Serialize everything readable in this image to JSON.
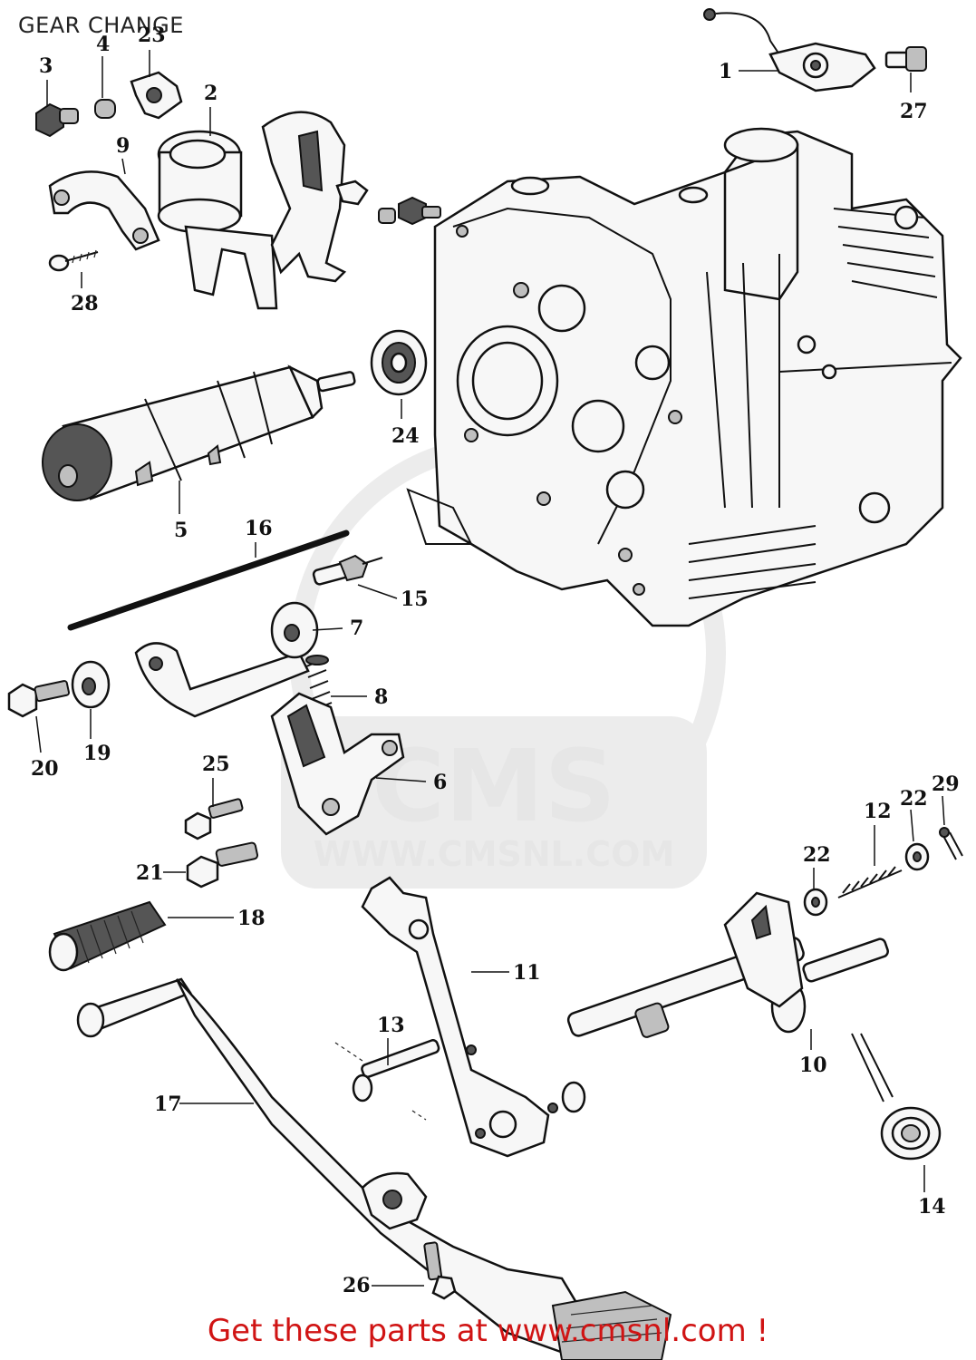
{
  "title": "GEAR CHANGE",
  "footer": "Get these parts at www.cmsnl.com !",
  "watermark": {
    "brand": "CMS",
    "url": "WWW.CMSNL.COM"
  },
  "labels": {
    "p1": "1",
    "p2": "2",
    "p3": "3",
    "p4": "4",
    "p5": "5",
    "p6": "6",
    "p7": "7",
    "p8": "8",
    "p9": "9",
    "p10": "10",
    "p11": "11",
    "p12": "12",
    "p13": "13",
    "p14": "14",
    "p15": "15",
    "p16": "16",
    "p17": "17",
    "p18": "18",
    "p19": "19",
    "p20": "20",
    "p21": "21",
    "p22a": "22",
    "p22b": "22",
    "p23": "23",
    "p24": "24",
    "p25": "25",
    "p26": "26",
    "p27": "27",
    "p28": "28",
    "p29": "29"
  },
  "colors": {
    "footer": "#d01414",
    "linework": "#111111",
    "watermark": "#e6e6e6"
  }
}
